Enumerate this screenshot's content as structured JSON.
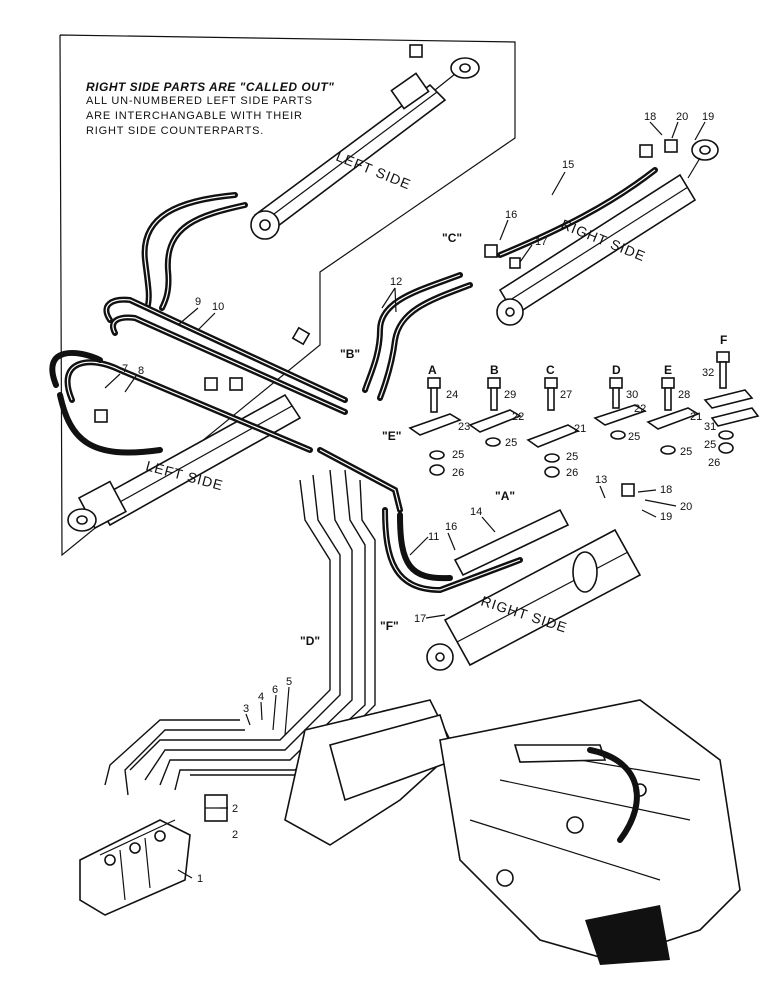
{
  "note": {
    "line1": "RIGHT SIDE PARTS  ARE \"CALLED OUT\"",
    "line2": "ALL UN-NUMBERED  LEFT SIDE PARTS",
    "line3": "ARE  INTERCHANGABLE WITH THEIR",
    "line4": "RIGHT SIDE  COUNTERPARTS."
  },
  "side_labels": {
    "left_top": "LEFT SIDE",
    "left_bottom": "LEFT SIDE",
    "right_top": "RIGHT SIDE",
    "right_bottom": "RIGHT SIDE"
  },
  "callouts": {
    "c": "\"C\"",
    "b": "\"B\"",
    "e": "\"E\"",
    "a": "\"A\"",
    "f": "\"F\"",
    "d": "\"D\""
  },
  "hardware_sets": [
    {
      "letter": "A",
      "bolt": "24",
      "plate": "23",
      "washer": "25",
      "nut": "26"
    },
    {
      "letter": "B",
      "bolt": "29",
      "plate": "22",
      "washer": "25",
      "nut": ""
    },
    {
      "letter": "C",
      "bolt": "27",
      "plate": "21",
      "washer": "25",
      "nut": "26"
    },
    {
      "letter": "D",
      "bolt": "30",
      "plate": "22",
      "washer": "25",
      "nut": ""
    },
    {
      "letter": "E",
      "bolt": "28",
      "plate": "21",
      "washer": "25",
      "nut": ""
    },
    {
      "letter": "F",
      "bolt": "32",
      "plate": "31",
      "washer": "25",
      "nut": "26"
    }
  ],
  "part_numbers": {
    "p1": "1",
    "p2a": "2",
    "p2b": "2",
    "p3": "3",
    "p4": "4",
    "p5": "5",
    "p6": "6",
    "p7": "7",
    "p8": "8",
    "p9": "9",
    "p10": "10",
    "p11": "11",
    "p12": "12",
    "p13": "13",
    "p14": "14",
    "p15": "15",
    "p16a": "16",
    "p16b": "16",
    "p17a": "17",
    "p17b": "17",
    "p18a": "18",
    "p18b": "18",
    "p19a": "19",
    "p19b": "19",
    "p20a": "20",
    "p20b": "20"
  }
}
